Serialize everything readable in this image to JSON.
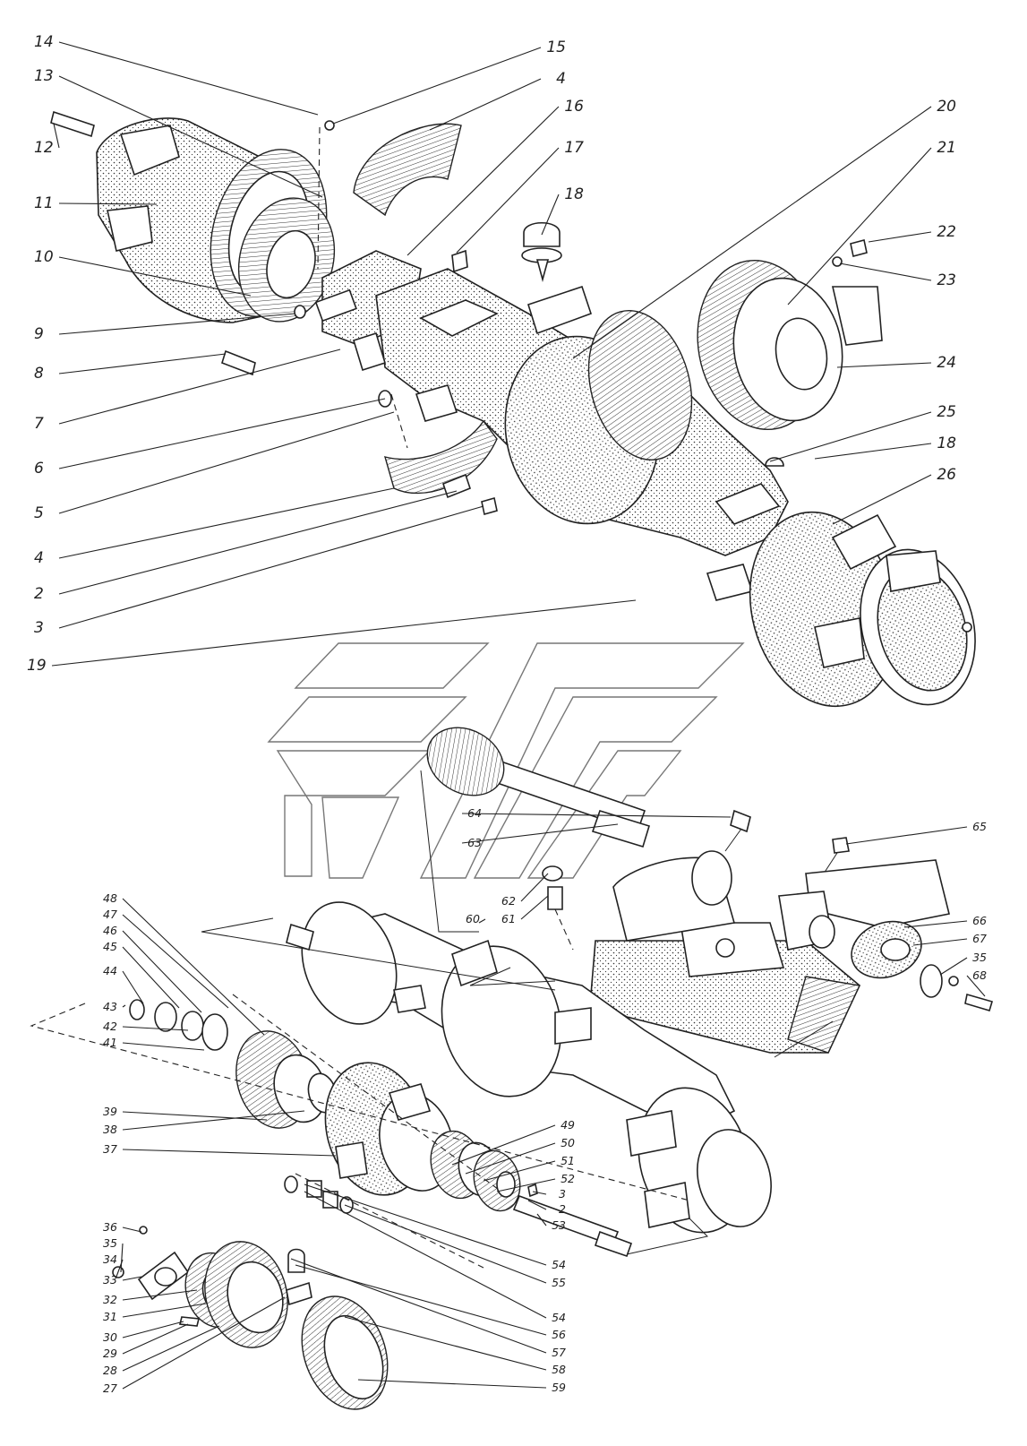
{
  "labels_top": [
    "14",
    "15",
    "13",
    "4",
    "16",
    "20",
    "12",
    "17",
    "21",
    "18",
    "11",
    "22",
    "10",
    "23",
    "9",
    "24",
    "8",
    "7",
    "25",
    "18",
    "6",
    "26",
    "5",
    "4",
    "2",
    "3",
    "19"
  ],
  "labels_bottom": [
    "64",
    "65",
    "63",
    "62",
    "60",
    "61",
    "66",
    "67",
    "35",
    "68",
    "48",
    "47",
    "46",
    "45",
    "44",
    "43",
    "42",
    "41",
    "39",
    "38",
    "37",
    "49",
    "50",
    "51",
    "52",
    "3",
    "2",
    "53",
    "36",
    "35",
    "34",
    "33",
    "32",
    "31",
    "30",
    "29",
    "28",
    "27",
    "54",
    "55",
    "54",
    "56",
    "57",
    "58",
    "59"
  ]
}
